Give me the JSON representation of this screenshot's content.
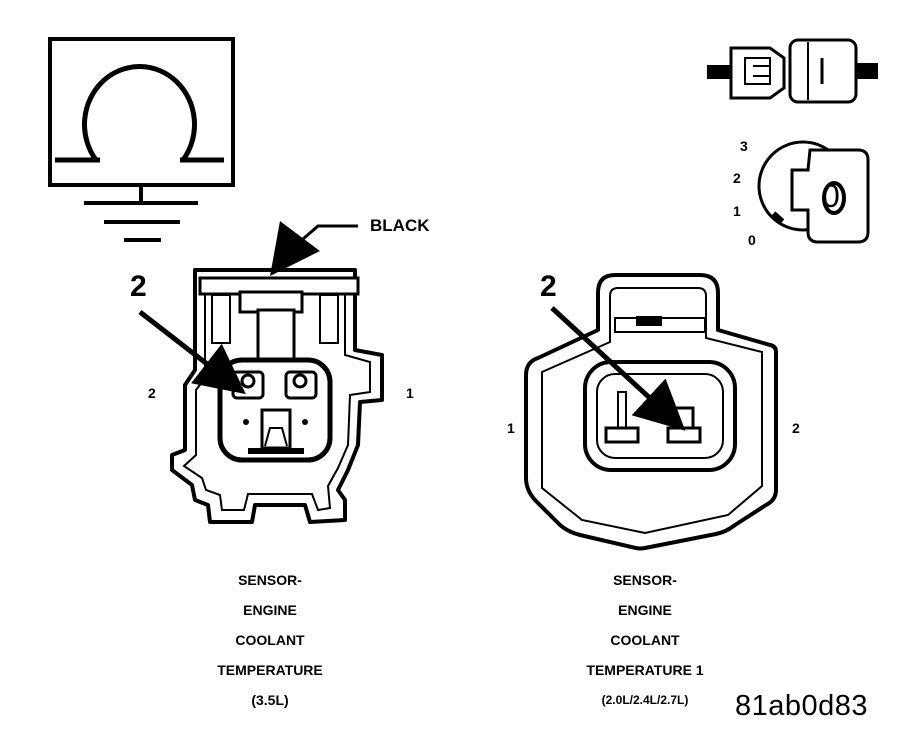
{
  "ohmmeter_icon": {
    "icon": "ohm-symbol-icon",
    "ground_icon": "ground-icon"
  },
  "connector_icon": {
    "icon": "connector-disconnect-icon"
  },
  "ignition_icon": {
    "icon": "ignition-key-icon",
    "positions": [
      "3",
      "2",
      "1",
      "0"
    ],
    "key_label": "0"
  },
  "left_connector": {
    "callout_color_label": "BLACK",
    "callout_cavity": "2",
    "pin_left": "2",
    "pin_right": "1",
    "caption_lines": [
      "SENSOR-",
      "ENGINE",
      "COOLANT",
      "TEMPERATURE",
      "(3.5L)"
    ]
  },
  "right_connector": {
    "callout_cavity": "2",
    "pin_left": "1",
    "pin_right": "2",
    "caption_lines": [
      "SENSOR-",
      "ENGINE",
      "COOLANT",
      "TEMPERATURE 1",
      "(2.0L/2.4L/2.7L)"
    ]
  },
  "figure_id": "81ab0d83"
}
